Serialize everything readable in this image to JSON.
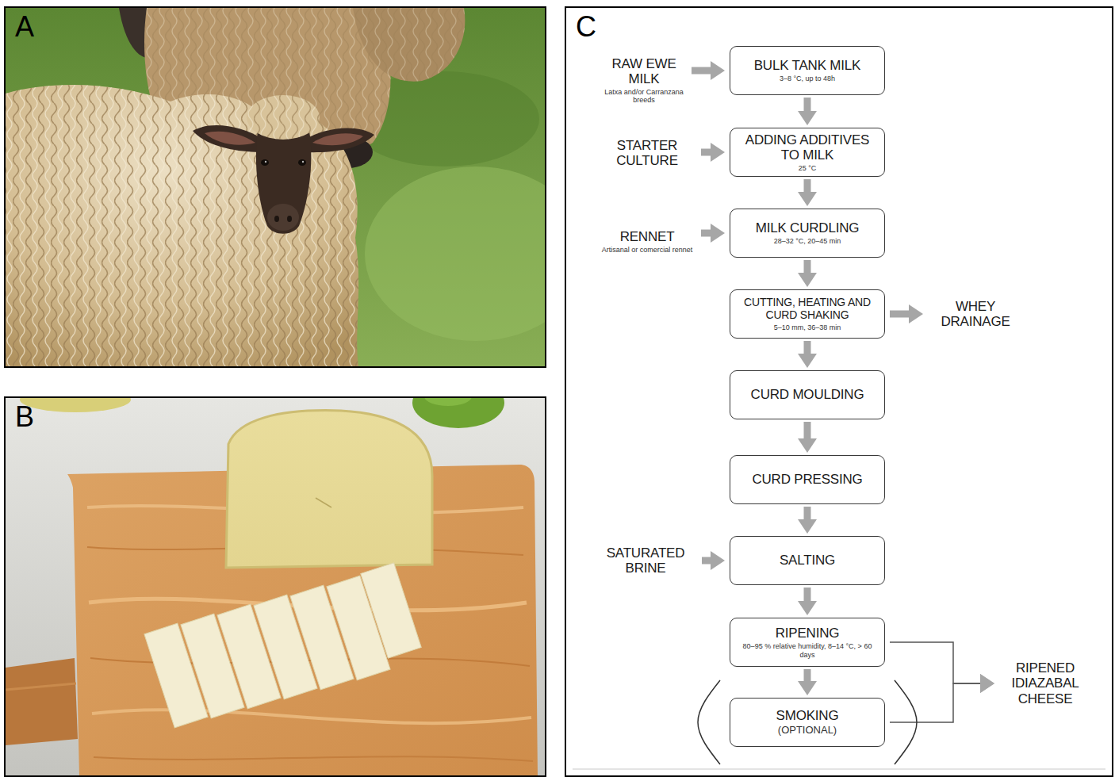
{
  "diagram": {
    "nodes": [
      {
        "text": [
          "A"
        ]
      },
      {
        "text": [
          "B"
        ]
      },
      {
        "text": [
          "C"
        ]
      },
      {
        "text": [
          "RAW EWE MILK",
          "Latxa and/or Carranzana breeds"
        ],
        "in": 2
      },
      {
        "text": [
          "BULK TANK MILK",
          "3–8 °C, up to 48h"
        ],
        "in": 2
      },
      {
        "text": [
          "STARTER CULTURE"
        ],
        "in": 2
      },
      {
        "text": [
          "ADDING ADDITIVES TO MILK",
          "25 °C"
        ],
        "in": 2
      },
      {
        "text": [
          "RENNET",
          "Artisanal or comercial rennet"
        ],
        "in": 2
      },
      {
        "text": [
          "MILK CURDLING",
          "28–32 °C, 20–45 min"
        ],
        "in": 2
      },
      {
        "text": [
          "CUTTING, HEATING AND CURD SHAKING",
          "5–10 mm, 36–38 min"
        ],
        "in": 2
      },
      {
        "text": [
          "WHEY DRAINAGE"
        ],
        "in": 2
      },
      {
        "text": [
          "CURD MOULDING"
        ],
        "in": 2
      },
      {
        "text": [
          "CURD PRESSING"
        ],
        "in": 2
      },
      {
        "text": [
          "SATURATED BRINE"
        ],
        "in": 2
      },
      {
        "text": [
          "SALTING"
        ],
        "in": 2
      },
      {
        "text": [
          "RIPENING",
          "80–95 % relative humidity, 8–14 °C, > 60 days"
        ],
        "in": 2
      },
      {
        "text": [
          "SMOKING",
          "(OPTIONAL)"
        ],
        "in": 2
      },
      {
        "text": [
          "RIPENED IDIAZABAL CHEESE"
        ],
        "in": 2
      }
    ],
    "edges": [
      {
        "from": 3,
        "to": 4,
        "arrow": "to"
      },
      {
        "from": 4,
        "to": 6,
        "arrow": "to"
      },
      {
        "from": 5,
        "to": 6,
        "arrow": "to"
      },
      {
        "from": 6,
        "to": 8,
        "arrow": "to"
      },
      {
        "from": 7,
        "to": 8,
        "arrow": "to"
      },
      {
        "from": 8,
        "to": 9,
        "arrow": "to"
      },
      {
        "from": 9,
        "to": 10,
        "arrow": "to"
      },
      {
        "from": 9,
        "to": 11,
        "arrow": "to"
      },
      {
        "from": 11,
        "to": 12,
        "arrow": "to"
      },
      {
        "from": 12,
        "to": 14,
        "arrow": "to"
      },
      {
        "from": 13,
        "to": 14,
        "arrow": "to"
      },
      {
        "from": 14,
        "to": 15,
        "arrow": "to"
      },
      {
        "from": 15,
        "to": 16,
        "arrow": "to"
      },
      {
        "from": 15,
        "to": 17,
        "arrow": "to"
      },
      {
        "from": 16,
        "to": 17,
        "arrow": "to"
      }
    ]
  }
}
